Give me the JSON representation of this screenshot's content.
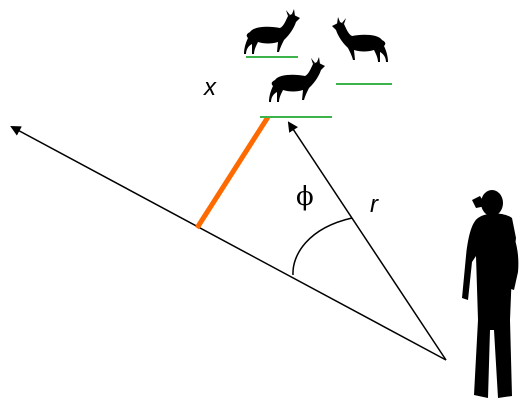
{
  "labels": {
    "x": "x",
    "r": "r",
    "phi": "ϕ"
  },
  "colors": {
    "line": "#000000",
    "perpendicular": "#ff6a00",
    "ground": "#3cb44b",
    "silhouette": "#000000"
  },
  "icons": [
    "deer-icon",
    "deer-icon",
    "deer-icon",
    "person-icon"
  ]
}
